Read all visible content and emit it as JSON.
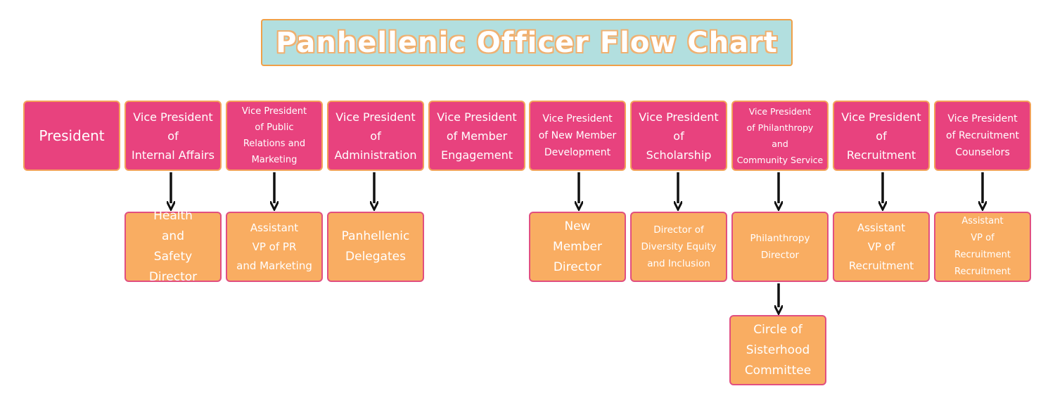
{
  "title": "Panhellenic Officer Flow Chart",
  "officers": [
    {
      "label": "President"
    },
    {
      "label": "Vice President\nof\nInternal Affairs"
    },
    {
      "label": "Vice President\nof Public\nRelations and\nMarketing"
    },
    {
      "label": "Vice President\nof\nAdministration"
    },
    {
      "label": "Vice President\nof Member\nEngagement"
    },
    {
      "label": "Vice President\nof New Member\nDevelopment"
    },
    {
      "label": "Vice President\nof\nScholarship"
    },
    {
      "label": "Vice President\nof Philanthropy\nand\nCommunity Service"
    },
    {
      "label": "Vice President\nof\nRecruitment"
    },
    {
      "label": "Vice President\nof Recruitment\nCounselors"
    }
  ],
  "assistants": [
    {
      "label": "Health\nand\nSafety Director"
    },
    {
      "label": "Assistant\nVP of PR\nand Marketing"
    },
    {
      "label": "Panhellenic\nDelegates"
    },
    {
      "label": "New\nMember\nDirector"
    },
    {
      "label": "Director of\nDiversity Equity\nand Inclusion"
    },
    {
      "label": "Philanthropy\nDirector"
    },
    {
      "label": "Assistant\nVP of\nRecruitment"
    },
    {
      "label": "Assistant\nVP of\nRecruitment\nRecruitment"
    },
    {
      "label": "Circle of\nSisterhood\nCommittee"
    }
  ],
  "colors": {
    "officer_fill": "#e8427e",
    "officer_border": "#f3a25a",
    "assistant_fill": "#f9ad62",
    "assistant_border": "#e14f80",
    "title_fill": "#b2dfdf",
    "title_border": "#f0a048",
    "arrow": "#111111"
  }
}
